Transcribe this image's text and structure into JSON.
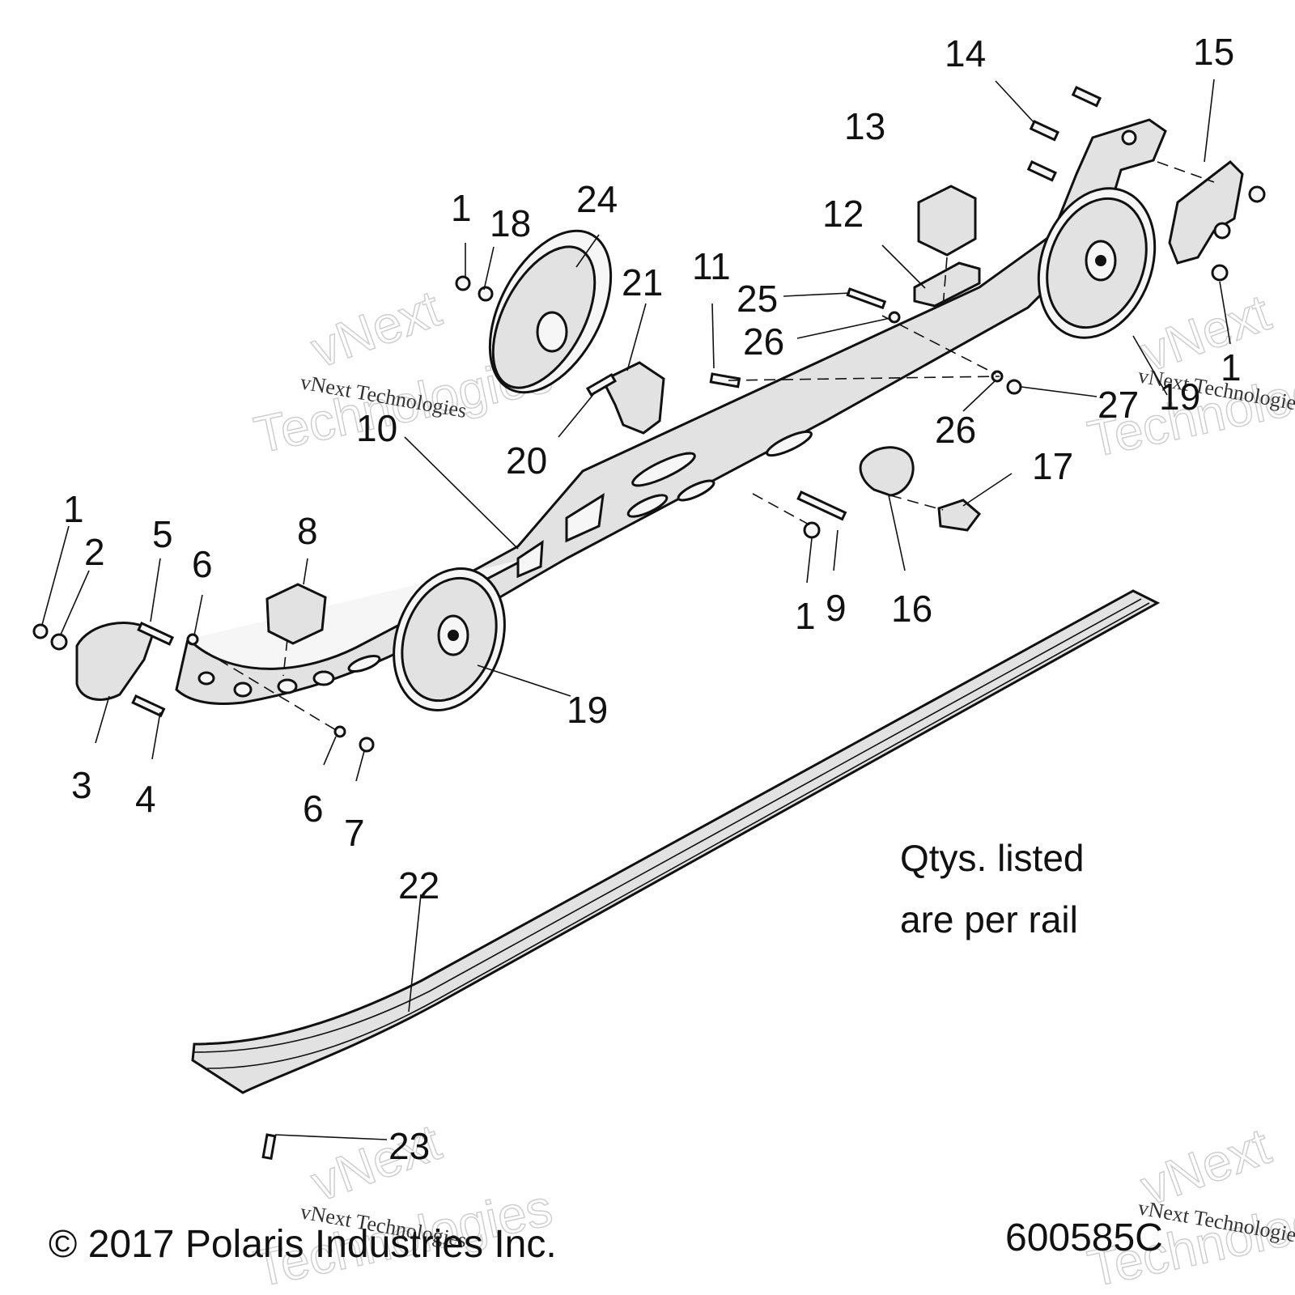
{
  "callouts": {
    "c1a": "1",
    "c1b": "1",
    "c1c": "1",
    "c1d": "1",
    "c2": "2",
    "c3": "3",
    "c4": "4",
    "c5": "5",
    "c6a": "6",
    "c6b": "6",
    "c7": "7",
    "c8": "8",
    "c9": "9",
    "c10": "10",
    "c11": "11",
    "c12": "12",
    "c13": "13",
    "c14": "14",
    "c15": "15",
    "c16": "16",
    "c17": "17",
    "c18": "18",
    "c19a": "19",
    "c19b": "19",
    "c20": "20",
    "c21": "21",
    "c22": "22",
    "c23": "23",
    "c24": "24",
    "c25": "25",
    "c26a": "26",
    "c26b": "26",
    "c27": "27"
  },
  "note": {
    "line1": "Qtys. listed",
    "line2": "are per rail"
  },
  "copyright": "© 2017 Polaris Industries Inc.",
  "part_number": "600585C",
  "watermark": {
    "brand": "vNext",
    "word": "Technologies",
    "full": "vNext Technologies"
  }
}
